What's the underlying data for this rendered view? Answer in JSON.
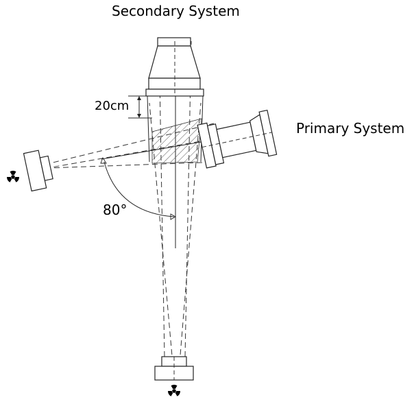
{
  "labels": {
    "secondary_system": "Secondary System",
    "primary_system": "Primary System",
    "distance": "20cm",
    "angle": "80°"
  },
  "icons": {
    "radiation_left": "radiation-icon",
    "radiation_bottom": "radiation-icon"
  },
  "colors": {
    "line": "#222222",
    "hatch": "#555555",
    "background": "#ffffff"
  }
}
